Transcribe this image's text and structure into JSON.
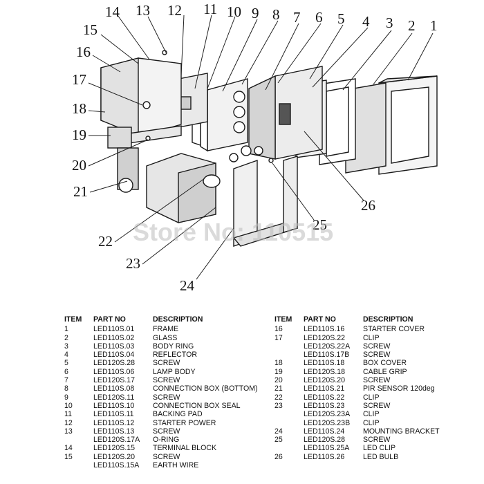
{
  "diagram": {
    "callouts": [
      "1",
      "2",
      "3",
      "4",
      "5",
      "6",
      "7",
      "8",
      "9",
      "10",
      "11",
      "12",
      "13",
      "14",
      "15",
      "16",
      "17",
      "18",
      "19",
      "20",
      "21",
      "22",
      "23",
      "24",
      "25",
      "26"
    ],
    "watermark": "Store No: 110515"
  },
  "table": {
    "headers": {
      "item": "ITEM",
      "part_no": "PART NO",
      "description": "DESCRIPTION"
    },
    "left_rows": [
      {
        "item": "1",
        "part_no": "LED110S.01",
        "description": "FRAME"
      },
      {
        "item": "2",
        "part_no": "LED110S.02",
        "description": "GLASS"
      },
      {
        "item": "3",
        "part_no": "LED110S.03",
        "description": "BODY RING"
      },
      {
        "item": "4",
        "part_no": "LED110S.04",
        "description": "REFLECTOR"
      },
      {
        "item": "5",
        "part_no": "LED120S.28",
        "description": "SCREW"
      },
      {
        "item": "6",
        "part_no": "LED110S.06",
        "description": "LAMP BODY"
      },
      {
        "item": "7",
        "part_no": "LED120S.17",
        "description": "SCREW"
      },
      {
        "item": "8",
        "part_no": "LED110S.08",
        "description": "CONNECTION BOX (BOTTOM)"
      },
      {
        "item": "9",
        "part_no": "LED120S.11",
        "description": "SCREW"
      },
      {
        "item": "10",
        "part_no": "LED110S.10",
        "description": "CONNECTION BOX SEAL"
      },
      {
        "item": "11",
        "part_no": "LED110S.11",
        "description": "BACKING PAD"
      },
      {
        "item": "12",
        "part_no": "LED110S.12",
        "description": "STARTER POWER"
      },
      {
        "item": "13",
        "part_no": "LED110S.13",
        "description": "SCREW"
      },
      {
        "item": "",
        "part_no": "LED120S.17A",
        "description": "O-RING"
      },
      {
        "item": "14",
        "part_no": "LED120S.15",
        "description": "TERMINAL BLOCK"
      },
      {
        "item": "15",
        "part_no": "LED120S.20",
        "description": "SCREW"
      },
      {
        "item": "",
        "part_no": "LED110S.15A",
        "description": "EARTH WIRE"
      }
    ],
    "right_rows": [
      {
        "item": "16",
        "part_no": "LED110S.16",
        "description": "STARTER COVER"
      },
      {
        "item": "17",
        "part_no": "LED120S.22",
        "description": "CLIP"
      },
      {
        "item": "",
        "part_no": "LED120S.22A",
        "description": "SCREW"
      },
      {
        "item": "",
        "part_no": "LED110S.17B",
        "description": "SCREW"
      },
      {
        "item": "18",
        "part_no": "LED110S.18",
        "description": "BOX COVER"
      },
      {
        "item": "19",
        "part_no": "LED120S.18",
        "description": "CABLE GRIP"
      },
      {
        "item": "20",
        "part_no": "LED120S.20",
        "description": "SCREW"
      },
      {
        "item": "21",
        "part_no": "LED110S.21",
        "description": "PIR SENSOR 120deg"
      },
      {
        "item": "22",
        "part_no": "LED110S.22",
        "description": "CLIP"
      },
      {
        "item": "23",
        "part_no": "LED110S.23",
        "description": "SCREW"
      },
      {
        "item": "",
        "part_no": "LED120S.23A",
        "description": "CLIP"
      },
      {
        "item": "",
        "part_no": "LED120S.23B",
        "description": "CLIP"
      },
      {
        "item": "24",
        "part_no": "LED110S.24",
        "description": "MOUNTING BRACKET"
      },
      {
        "item": "25",
        "part_no": "LED120S.28",
        "description": "SCREW"
      },
      {
        "item": "",
        "part_no": "LED110S.25A",
        "description": "LED CLIP"
      },
      {
        "item": "26",
        "part_no": "LED110S.26",
        "description": "LED BULB"
      }
    ]
  }
}
